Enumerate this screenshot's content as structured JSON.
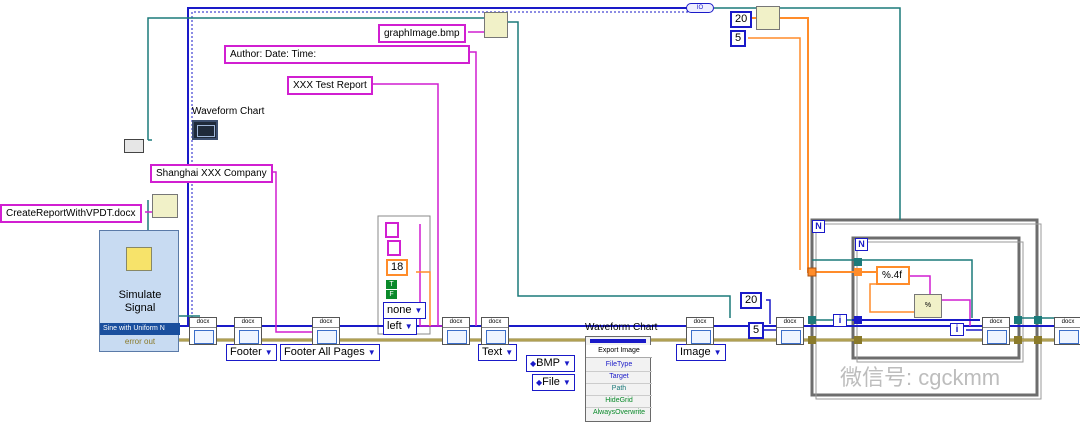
{
  "constants": {
    "file_name": "CreateReportWithVPDT.docx",
    "company": "Shanghai XXX Company",
    "header_fields": "Author:                    Date:                 Time:",
    "report_title": "XXX Test Report",
    "image_file": "graphImage.bmp",
    "format_string": "%.4f",
    "num_20_top": "20",
    "num_5_top": "5",
    "num_20_mid": "20",
    "num_5_mid": "5",
    "font_size": "18",
    "bool_true": "T",
    "bool_false": "F"
  },
  "rings": {
    "footer": "Footer",
    "footer_all_pages": "Footer All Pages",
    "none": "none",
    "left": "left",
    "text": "Text",
    "image": "Image",
    "bmp": "BMP",
    "file": "File"
  },
  "labels": {
    "waveform_chart_top": "Waveform Chart",
    "waveform_chart_node": "Waveform Chart",
    "simulate_signal": "Simulate\nSignal",
    "signal_output": "Sine with Uniform N",
    "error_out": "error out",
    "loop_N_outer": "N",
    "loop_N_inner": "N",
    "iter_i_outer": "i",
    "iter_i_inner": "i",
    "watermark": "微信号: cgckmm"
  },
  "property_node": {
    "header": "Export Image",
    "items": [
      "FileType",
      "Target",
      "Path",
      "HideGrid",
      "AlwaysOverwrite"
    ]
  },
  "vi_badge": "docx",
  "colors": {
    "path_wire": "#d11fd1",
    "ref_wire": "#1a1ac8",
    "error_wire": "#8a7a2a",
    "cluster_wire": "#1c7a7a",
    "numeric_wire": "#ff8c2a",
    "string_wire": "#d11fd1"
  }
}
